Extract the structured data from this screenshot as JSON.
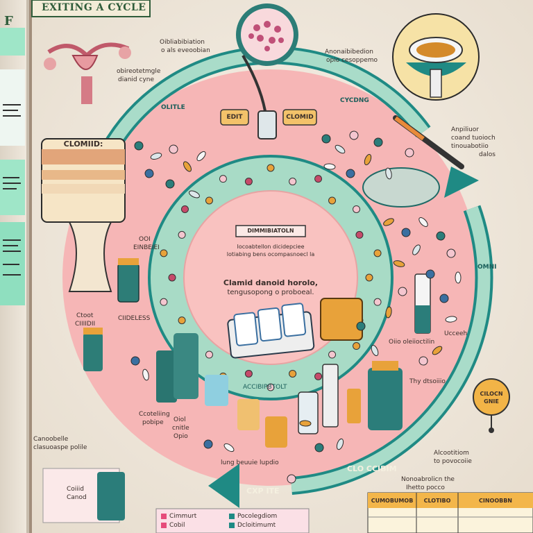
{
  "page": {
    "title": "EXITING A CYCLE",
    "left_page_letter": "F"
  },
  "colors": {
    "paper": "#f3ece2",
    "pink": "#f6b7b8",
    "teal": "#1f8a84",
    "mint": "#a9dcc9",
    "orange": "#e8a23a",
    "left_page_green": "#8fe0c0"
  },
  "ring": {
    "outer_left": "OLITLE",
    "outer_right": "CYCDNG",
    "right_side": "OMNI",
    "bottom_arrow": "CXP ITE",
    "bottom_right_arrow": "CLO CCIBIM",
    "inner_bottom": "ACCIBIPBTOLT"
  },
  "center": {
    "header": "DIMMIBIATOLN",
    "subtext_1": "Iocoabtellon dicidepciee",
    "subtext_2": "lotiabing bens ocompasnoecl la",
    "headline_1": "Clamid danoid horolo,",
    "headline_2": "tengusopong o proboeal."
  },
  "tags": {
    "tag_1": "EDIT",
    "tag_2": "CLOMID",
    "tag_3": "CLOMIID:"
  },
  "labels": {
    "top_left_1": "Oibliabibiation",
    "top_left_2": "o als eveoobian",
    "top_right_1": "Anonaibibedion",
    "top_right_2": "opio cesoppemo",
    "uterus_1": "obireotetmgle",
    "uterus_2": "dianid cyne",
    "right_panel_1": "Anpiliuor",
    "right_panel_2": "coand tuoioch",
    "right_panel_3": "tinouabotiio",
    "right_panel_4": "dalos",
    "mid_left_1": "OOI",
    "mid_left_2": "EINBEIEI",
    "left_vial_1": "Ctoot",
    "left_vial_2": "CIIIIDII",
    "vial_2": "CIIDELESS",
    "right_mid_1": "Oiio oleiioctilin",
    "right_mid_2": "Ucceeh",
    "right_mid_3": "Thy dtsoiiio",
    "orange_bubble_1": "CILOCN",
    "orange_bubble_2": "GNIE",
    "alocoat_1": "Alcootitiom",
    "alocoat_2": "to povocoiie",
    "bottom_left_pills_1": "Ccoteliing",
    "bottom_left_pills_2": "pobipe",
    "bottom_center_1": "Oiol",
    "bottom_center_2": "cnitle",
    "bottom_center_3": "Opio",
    "bottom_pills": "lung beuuie lupdio",
    "bottom_teal_1": "Canoobelle",
    "bottom_teal_2": "clasuoaspe polile",
    "bottom_left_box_1": "Coiiid",
    "bottom_left_box_2": "Canod",
    "bottom_right_1": "Nonoabrolicn the",
    "bottom_right_2": "Ihetto pocco"
  },
  "legend": {
    "item_1": "Cimmurt",
    "item_2": "Cobil",
    "item_3": "Pocolegdiom",
    "item_4": "Dcloitimumt"
  },
  "table": {
    "headers": [
      "CUMOBUMOB",
      "CLOTIBO",
      "CINOOBBN"
    ]
  }
}
